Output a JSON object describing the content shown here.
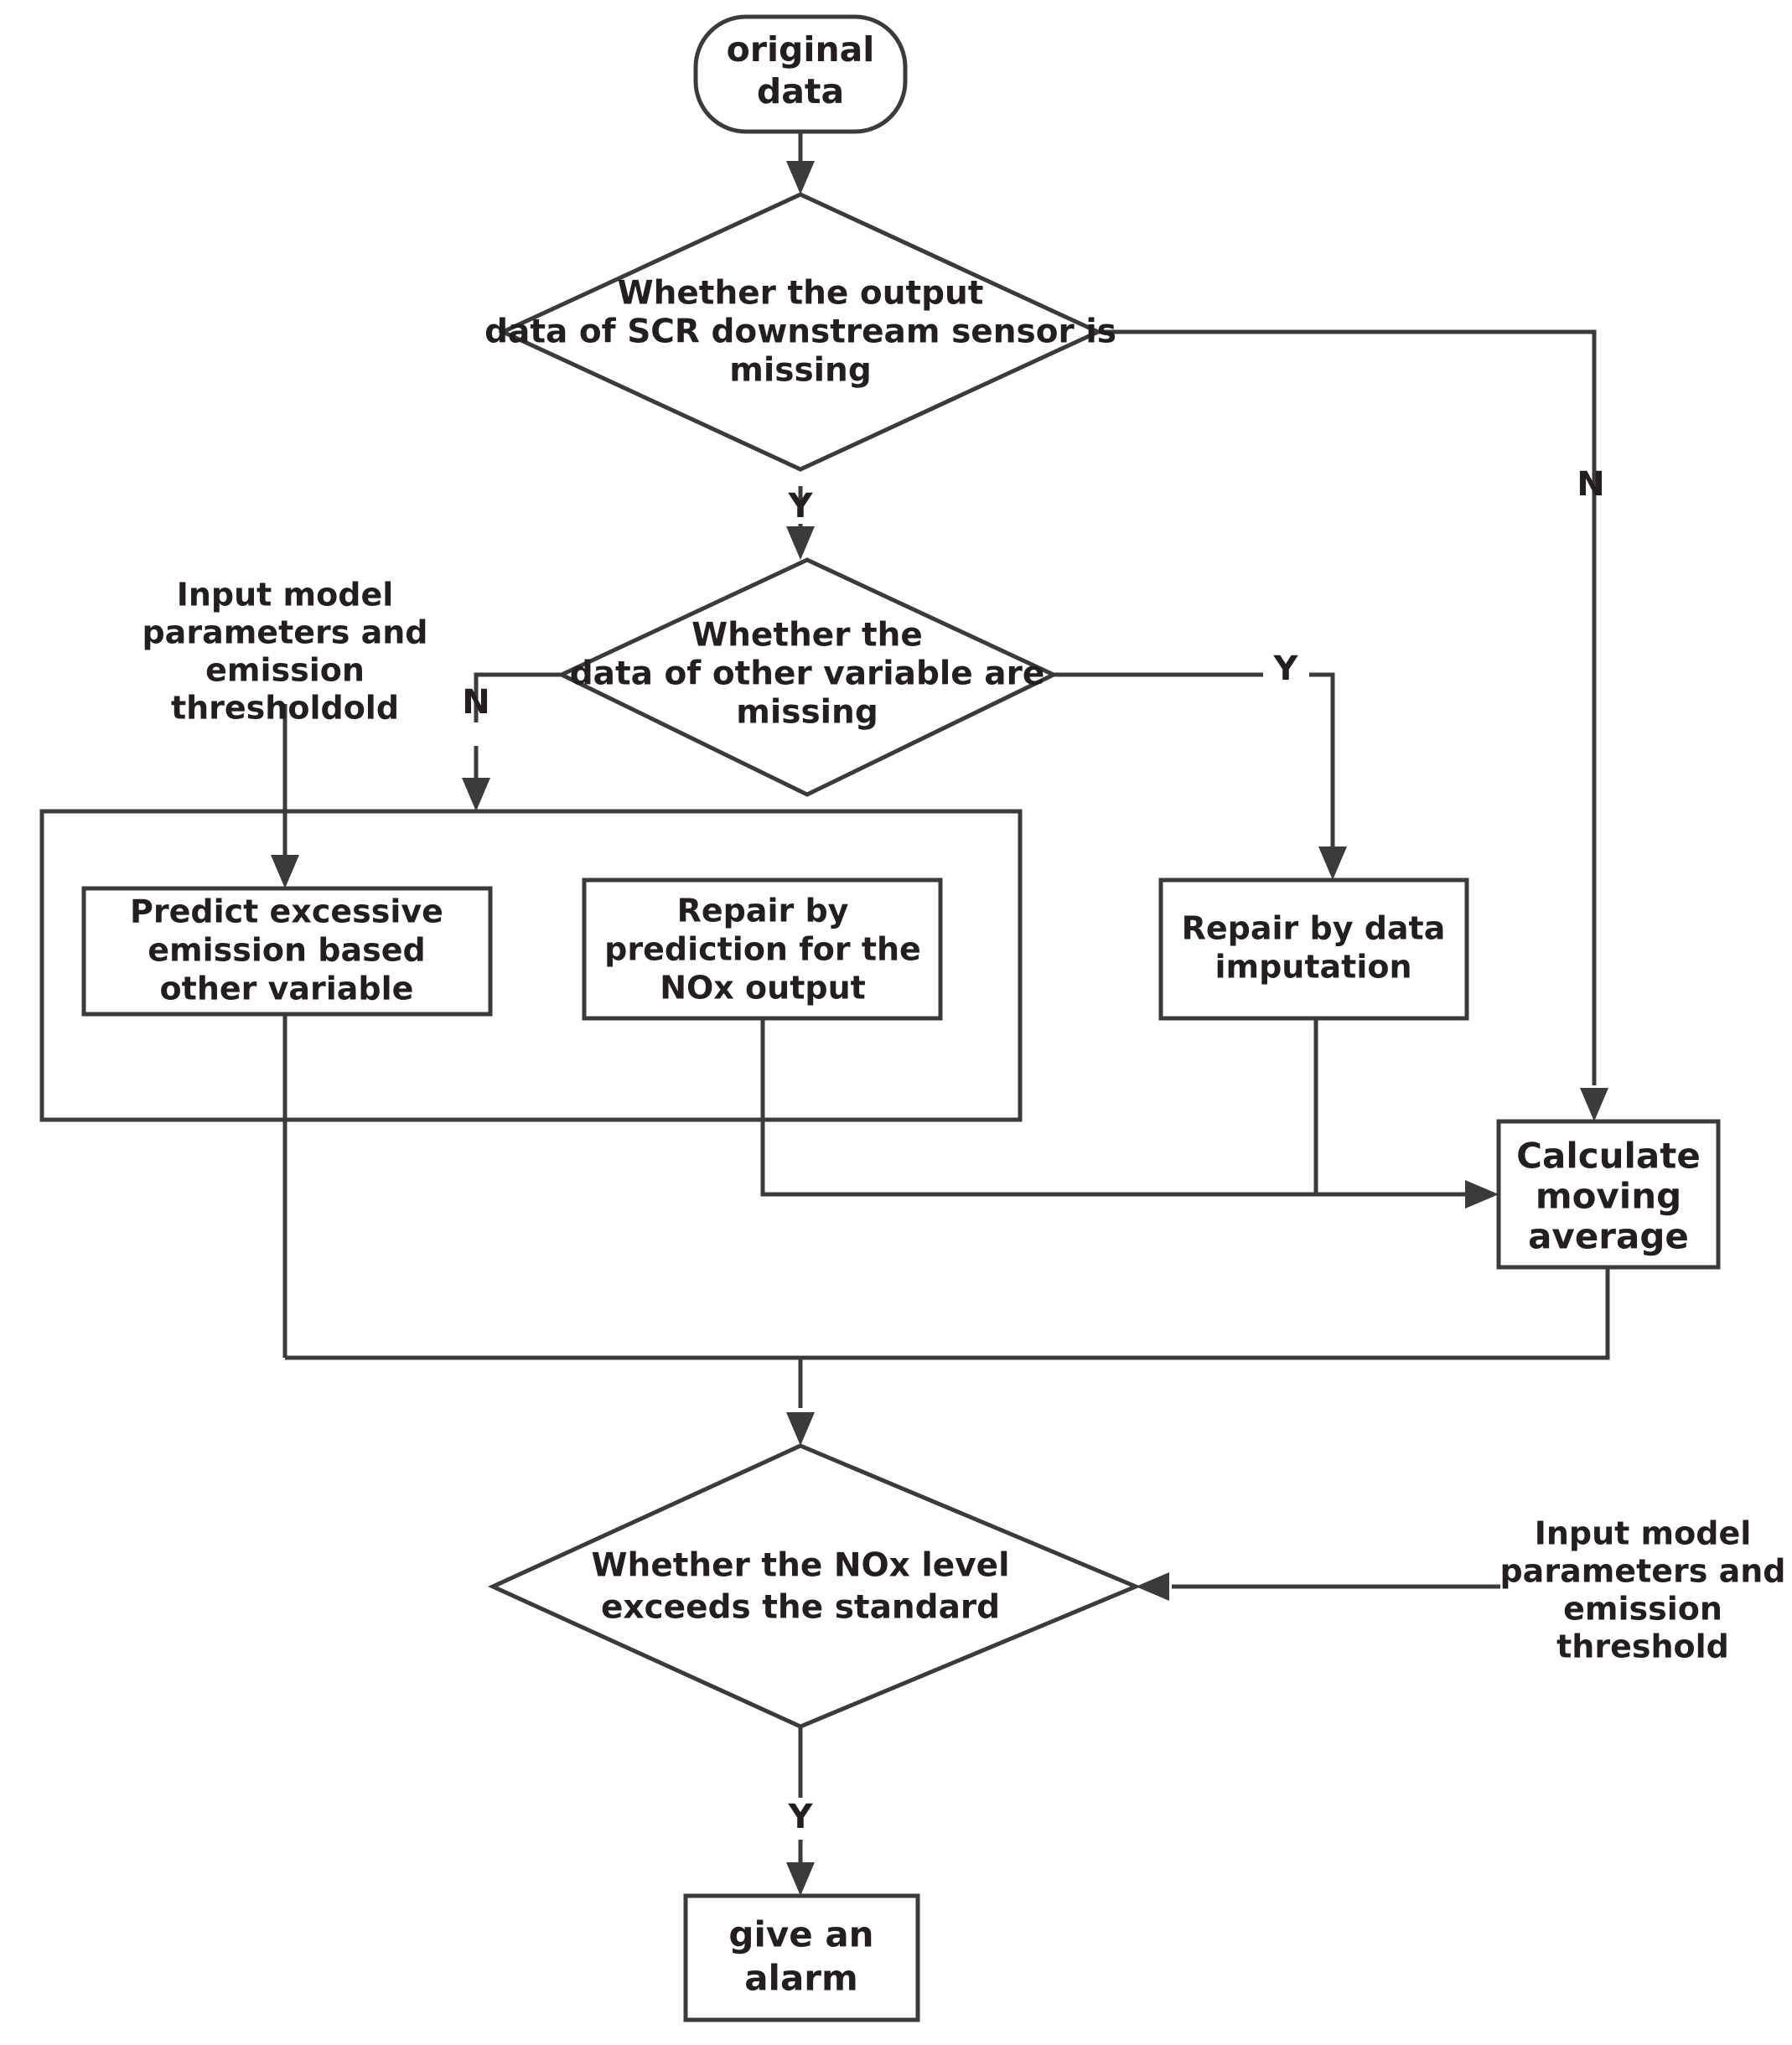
{
  "diagram": {
    "title": "SCR NOx emission data repair and alarm flowchart",
    "type": "flowchart",
    "colors": {
      "stroke": "#3b3b3b",
      "text": "#231f20",
      "background": "#ffffff"
    },
    "nodes": {
      "start": {
        "id": "start",
        "shape": "terminator",
        "lines": [
          "original",
          "data"
        ]
      },
      "decision1": {
        "id": "decision1",
        "shape": "diamond",
        "lines": [
          "Whether the output",
          "data of SCR downstream sensor is",
          "missing"
        ]
      },
      "decision2": {
        "id": "decision2",
        "shape": "diamond",
        "lines": [
          "Whether the",
          "data of other variable are",
          "missing"
        ]
      },
      "note_left": {
        "id": "note_left",
        "shape": "text",
        "lines": [
          "Input model",
          "parameters and",
          "emission",
          "thresholdold"
        ]
      },
      "note_right": {
        "id": "note_right",
        "shape": "text",
        "lines": [
          "Input model",
          "parameters and",
          "emission",
          "threshold"
        ]
      },
      "process_predict": {
        "id": "process_predict",
        "shape": "rectangle",
        "lines": [
          "Predict excessive",
          "emission based",
          "other variable"
        ]
      },
      "process_repair_pred": {
        "id": "process_repair_pred",
        "shape": "rectangle",
        "lines": [
          "Repair by",
          "prediction for the",
          "NOx output"
        ]
      },
      "process_repair_imp": {
        "id": "process_repair_imp",
        "shape": "rectangle",
        "lines": [
          "Repair by data",
          "imputation"
        ]
      },
      "process_moving_avg": {
        "id": "process_moving_avg",
        "shape": "rectangle",
        "lines": [
          "Calculate",
          "moving",
          "average"
        ]
      },
      "decision3": {
        "id": "decision3",
        "shape": "diamond",
        "lines": [
          "Whether the NOx level",
          "exceeds the standard"
        ]
      },
      "end_alarm": {
        "id": "end_alarm",
        "shape": "rectangle",
        "lines": [
          "give an",
          "alarm"
        ]
      },
      "group_box": {
        "id": "group_box",
        "shape": "container-rectangle",
        "lines": []
      }
    },
    "edge_labels": {
      "d1_yes": "Y",
      "d1_no": "N",
      "d2_yes": "Y",
      "d2_no": "N",
      "d3_yes": "Y"
    }
  }
}
